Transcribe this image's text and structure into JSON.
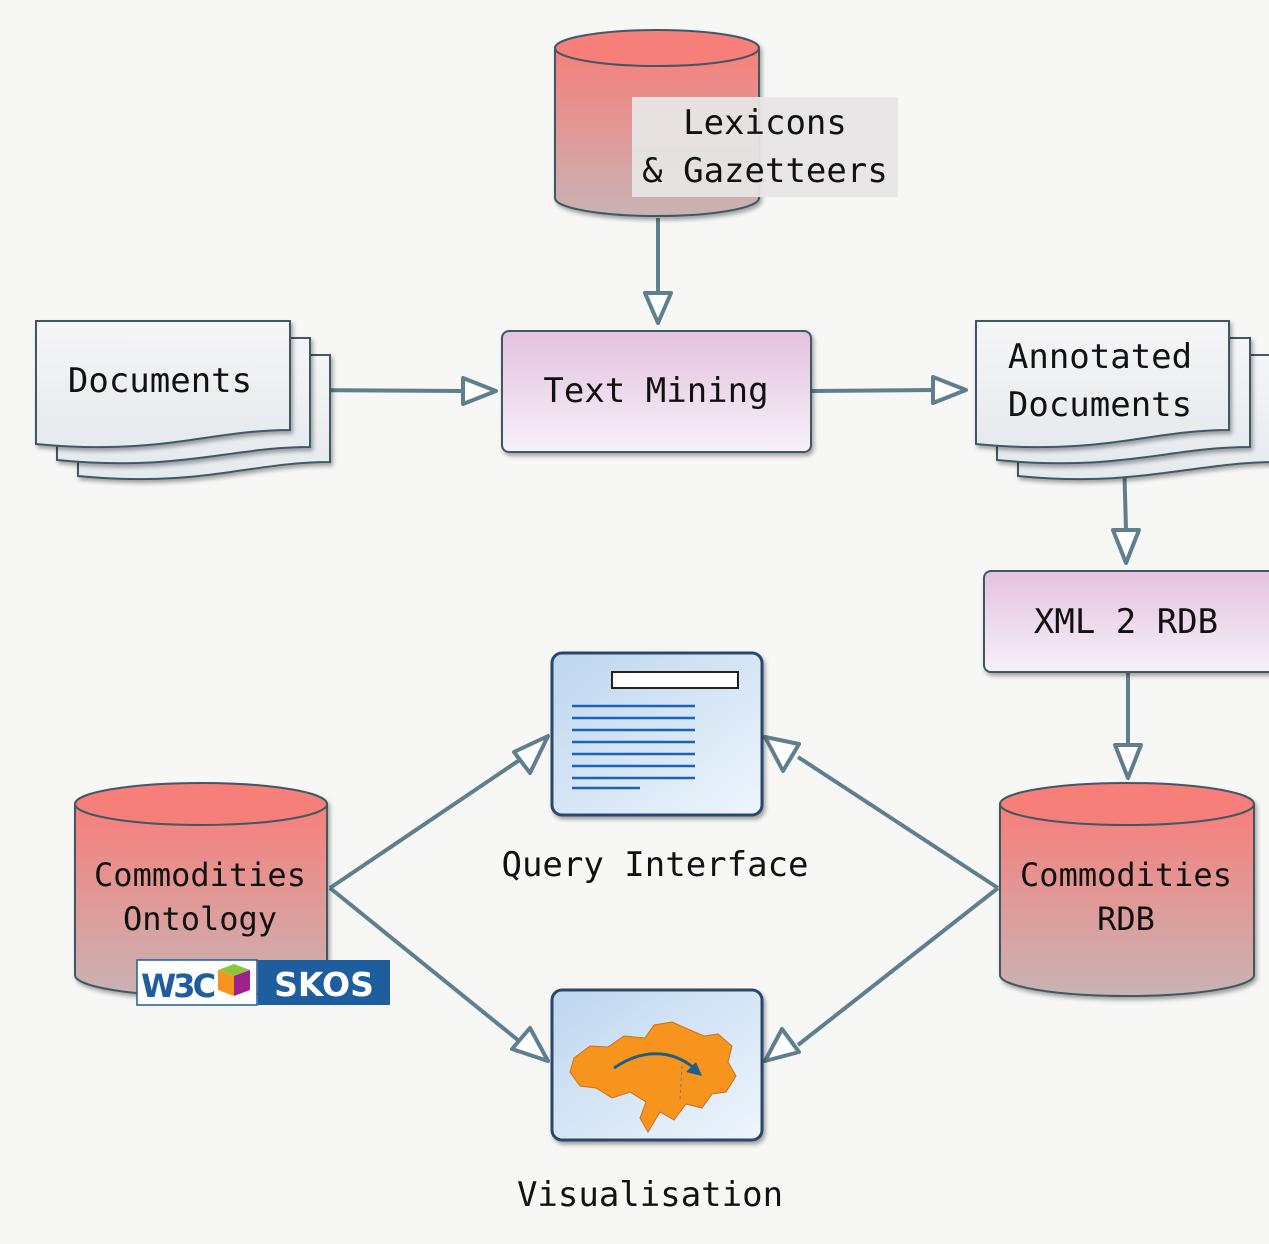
{
  "nodes": {
    "lexicons": {
      "line1": "Lexicons",
      "line2": "& Gazetteers"
    },
    "documents": {
      "label": "Documents"
    },
    "text_mining": {
      "label": "Text Mining"
    },
    "annotated_documents": {
      "line1": "Annotated",
      "line2": "Documents"
    },
    "xml2rdb": {
      "label": "XML 2 RDB"
    },
    "query_interface": {
      "label": "Query Interface"
    },
    "commodities_ontology": {
      "line1": "Commodities",
      "line2": "Ontology"
    },
    "commodities_rdb": {
      "line1": "Commodities",
      "line2": "RDB"
    },
    "visualisation": {
      "label": "Visualisation"
    }
  },
  "logos": {
    "w3c": "W3C",
    "skos": "SKOS"
  },
  "colors": {
    "database_top": "#f77f7a",
    "database_bottom": "#c6b2b2",
    "process_top": "#e7c6e2",
    "process_bottom": "#f3eef6",
    "connector": "#5f7f8e",
    "map_fill": "#f7941d",
    "skos_blue": "#1f5e9e"
  }
}
